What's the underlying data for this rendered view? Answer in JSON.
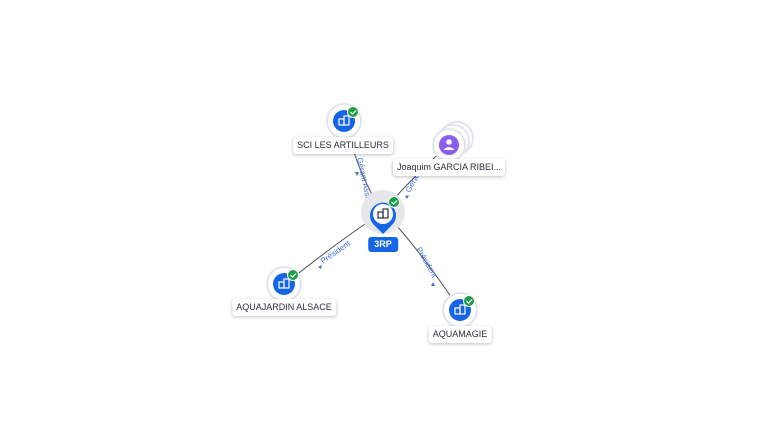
{
  "center": {
    "label": "3RP"
  },
  "nodes": [
    {
      "id": "sci",
      "label": "SCI LES ARTILLEURS",
      "type": "company",
      "verified": true
    },
    {
      "id": "joaquim",
      "label": "Joaquim GARCIA RIBEI...",
      "type": "person",
      "verified": false
    },
    {
      "id": "aquajardin",
      "label": "AQUAJARDIN ALSACE",
      "type": "company",
      "verified": true
    },
    {
      "id": "aquamagie",
      "label": "AQUAMAGIE",
      "type": "company",
      "verified": true
    }
  ],
  "edges": [
    {
      "to": "sci",
      "label": "Gérant Associé"
    },
    {
      "to": "joaquim",
      "label": "Gérant"
    },
    {
      "to": "aquajardin",
      "label": "Président"
    },
    {
      "to": "aquamagie",
      "label": "Président"
    }
  ],
  "colors": {
    "company": "#1565e6",
    "person": "#8a5cf0",
    "verified": "#1e9e4a",
    "edge": "#3f6fd8",
    "line": "#4a4f5a"
  },
  "icons": {
    "company": "building-icon",
    "person": "person-icon",
    "verified": "check-badge-icon"
  }
}
